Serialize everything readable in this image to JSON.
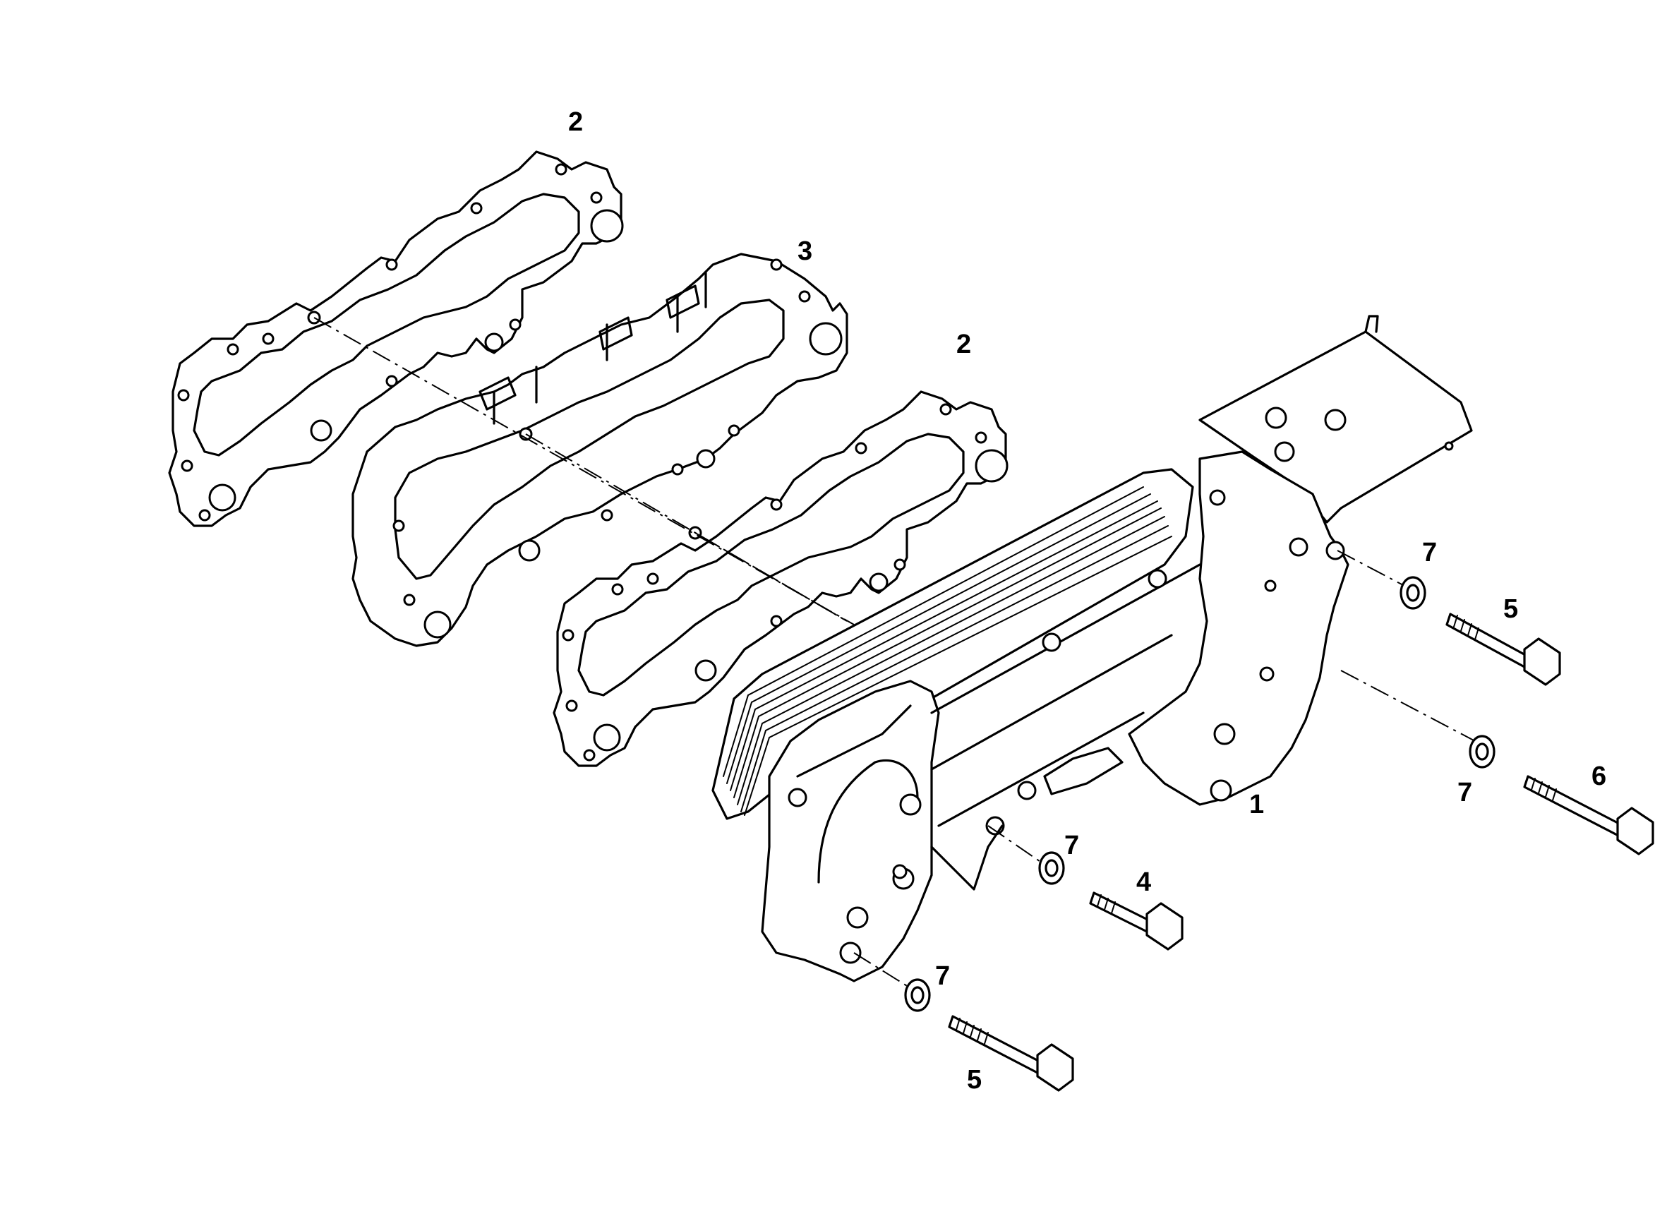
{
  "callouts": {
    "gasket_top": "2",
    "spacer_plate": "3",
    "gasket_middle": "2",
    "oil_cooler": "1",
    "washer_upper": "7",
    "bolt_upper": "5",
    "washer_right": "7",
    "bolt_right": "6",
    "washer_center": "7",
    "bolt_center": "4",
    "washer_lower": "7",
    "bolt_lower": "5"
  }
}
